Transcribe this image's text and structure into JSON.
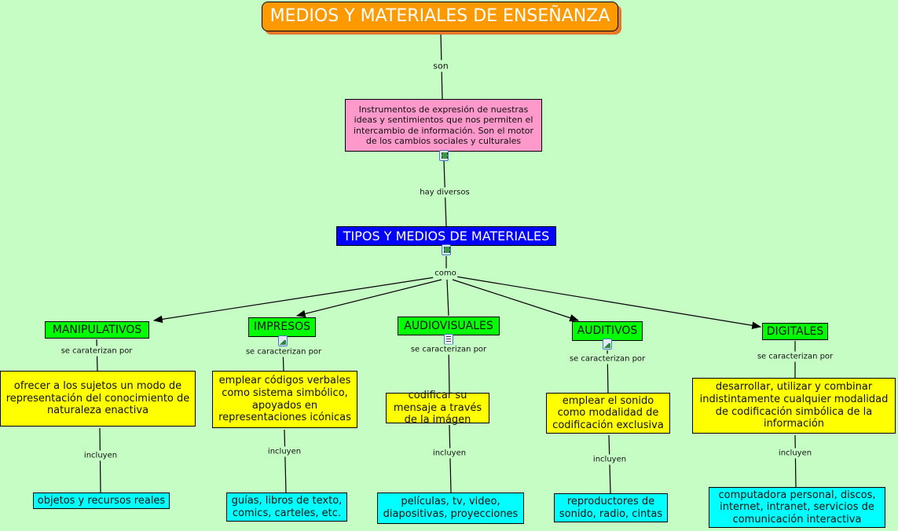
{
  "title": "MEDIOS Y MATERIALES DE ENSEÑANZA",
  "link_son": "son",
  "definition": "Instrumentos de expresión de nuestras ideas y sentimientos que nos permiten el intercambio de información. Son el motor de los cambios sociales y culturales",
  "link_hay": "hay diversos",
  "types": "TIPOS Y MEDIOS DE MATERIALES",
  "link_como": "como",
  "categories": [
    {
      "name": "MANIPULATIVOS",
      "link1": "se caraterizan por",
      "desc": "ofrecer a los sujetos un modo de representación del conocimiento de naturaleza enactiva",
      "link2": "incluyen",
      "examples": "objetos y recursos reales"
    },
    {
      "name": "IMPRESOS",
      "link1": "se caracterizan por",
      "desc": "emplear códigos verbales como sistema simbólico, apoyados en representaciones icónicas",
      "link2": "incluyen",
      "examples": "guías, libros de texto, comics, carteles, etc."
    },
    {
      "name": "AUDIOVISUALES",
      "link1": "se caracterizan por",
      "desc": "codificar su mensaje a través de la imágen",
      "link2": "incluyen",
      "examples": "películas, tv, video, diapositivas, proyecciones"
    },
    {
      "name": "AUDITIVOS",
      "link1": "se caracterizan por",
      "desc": "emplear el sonido como modalidad de codificación exclusiva",
      "link2": "incluyen",
      "examples": "reproductores de sonido, radio, cintas"
    },
    {
      "name": "DIGITALES",
      "link1": "se caracterizan por",
      "desc": "desarrollar, utilizar y combinar indistintamente cualquier modalidad de codificación simbólica de la información",
      "link2": "incluyen",
      "examples": "computadora personal, discos, internet, intranet, servicios de comunicación interactiva"
    }
  ]
}
